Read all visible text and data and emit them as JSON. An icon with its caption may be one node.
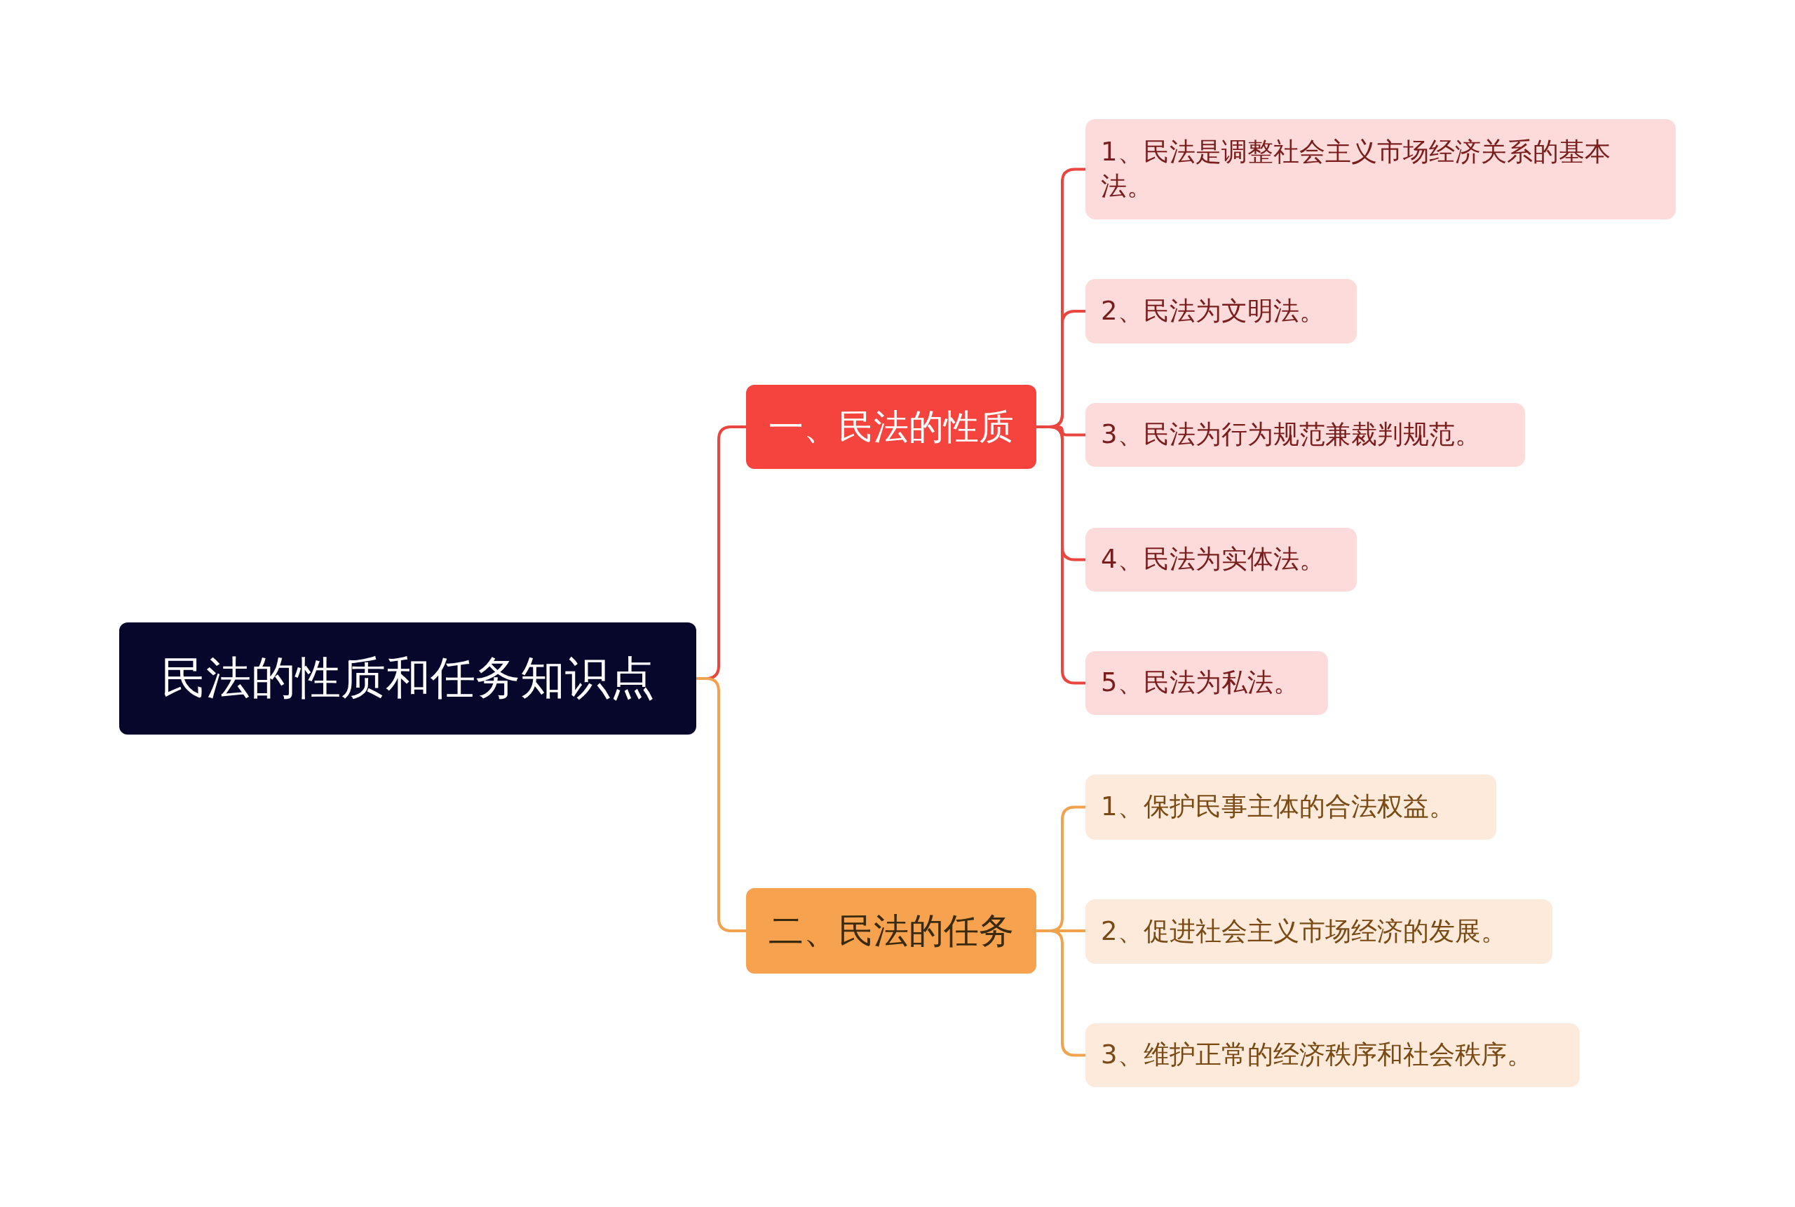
{
  "diagram": {
    "nodes": [
      {
        "text": [
          "民法的性质和任务知识点"
        ]
      },
      {
        "text": [
          "一、民法的性质"
        ]
      },
      {
        "text": [
          "1、民法是调整社会主义市场经济关系的基本法。"
        ]
      },
      {
        "text": [
          "2、民法为文明法。"
        ]
      },
      {
        "text": [
          "3、民法为行为规范兼裁判规范。"
        ]
      },
      {
        "text": [
          "4、民法为实体法。"
        ]
      },
      {
        "text": [
          "5、民法为私法。"
        ]
      },
      {
        "text": [
          "二、民法的任务"
        ]
      },
      {
        "text": [
          "1、保护民事主体的合法权益。"
        ]
      },
      {
        "text": [
          "2、促进社会主义市场经济的发展。"
        ]
      },
      {
        "text": [
          "3、维护正常的经济秩序和社会秩序。"
        ]
      }
    ],
    "edges": [
      {
        "from": 0,
        "to": 1,
        "arrow": "none"
      },
      {
        "from": 1,
        "to": 2,
        "arrow": "none"
      },
      {
        "from": 1,
        "to": 3,
        "arrow": "none"
      },
      {
        "from": 1,
        "to": 4,
        "arrow": "none"
      },
      {
        "from": 1,
        "to": 5,
        "arrow": "none"
      },
      {
        "from": 1,
        "to": 6,
        "arrow": "none"
      },
      {
        "from": 0,
        "to": 7,
        "arrow": "none",
        "color": "#f0a24e"
      },
      {
        "from": 7,
        "to": 8,
        "arrow": "none",
        "color": "#f0a24e"
      },
      {
        "from": 7,
        "to": 9,
        "arrow": "none",
        "color": "#f0a24e"
      },
      {
        "from": 7,
        "to": 10,
        "arrow": "none",
        "color": "#f0a24e"
      }
    ]
  }
}
